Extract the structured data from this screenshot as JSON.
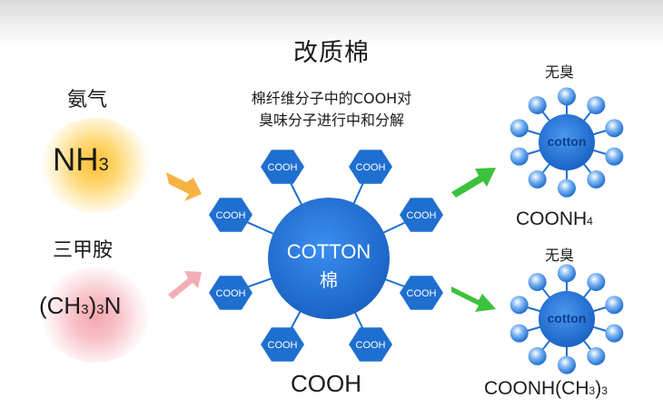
{
  "title": "改质棉",
  "description": {
    "line1": "棉纤维分子中的COOH对",
    "line2": "臭味分子进行中和分解"
  },
  "ammonia": {
    "label": "氨气",
    "formula_main": "NH",
    "formula_sub": "3"
  },
  "trimethylamine": {
    "label": "三甲胺",
    "formula_a": "(CH",
    "formula_sub1": "3",
    "formula_b": ")",
    "formula_sub2": "3",
    "formula_c": "N"
  },
  "center": {
    "label_en": "COTTON",
    "label_cn": "棉",
    "group_label": "COOH",
    "caption": "COOH"
  },
  "product1": {
    "status": "无臭",
    "name_main": "COONH",
    "name_sub": "4",
    "core_label": "cotton"
  },
  "product2": {
    "status": "无臭",
    "name_a": "COONH(CH",
    "name_sub": "3",
    "name_b": ")",
    "name_sub2": "3",
    "core_label": "cotton"
  },
  "colors": {
    "blue": "#1f6fd0",
    "green_arrow": "#3cc23c",
    "orange_arrow": "#f5a623",
    "pink_arrow": "#f0a0a8"
  }
}
